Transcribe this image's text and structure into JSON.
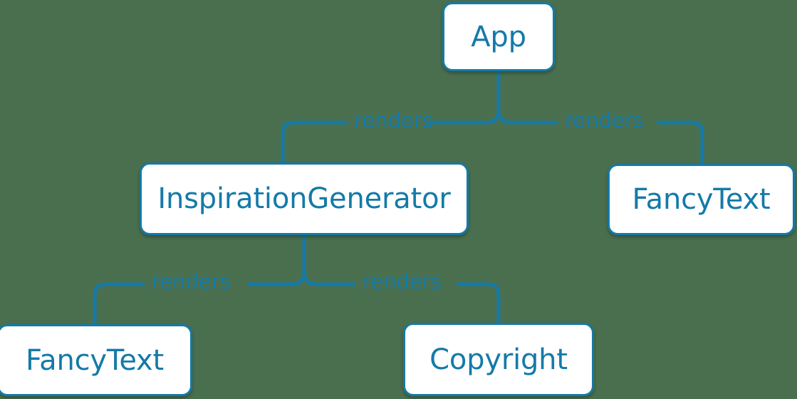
{
  "diagram": {
    "type": "component-tree",
    "colors": {
      "background": "#4a6f4e",
      "node_border": "#147aa8",
      "node_fill": "#ffffff",
      "text": "#147aa8",
      "connector": "#147aa8"
    },
    "nodes": [
      {
        "id": "app",
        "label": "App"
      },
      {
        "id": "inspiration",
        "label": "InspirationGenerator"
      },
      {
        "id": "fancytext-right",
        "label": "FancyText"
      },
      {
        "id": "fancytext-left",
        "label": "FancyText"
      },
      {
        "id": "copyright",
        "label": "Copyright"
      }
    ],
    "edges": [
      {
        "from": "app",
        "to": "inspiration",
        "label": "renders"
      },
      {
        "from": "app",
        "to": "fancytext-right",
        "label": "renders"
      },
      {
        "from": "inspiration",
        "to": "fancytext-left",
        "label": "renders"
      },
      {
        "from": "inspiration",
        "to": "copyright",
        "label": "renders"
      }
    ]
  }
}
